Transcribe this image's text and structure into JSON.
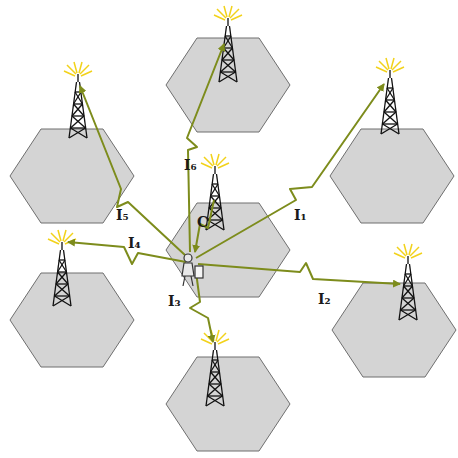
{
  "diagram": {
    "labels": [
      "I₆",
      "I₅",
      "C",
      "I₁",
      "I₄",
      "I₂",
      "I₃"
    ]
  }
}
